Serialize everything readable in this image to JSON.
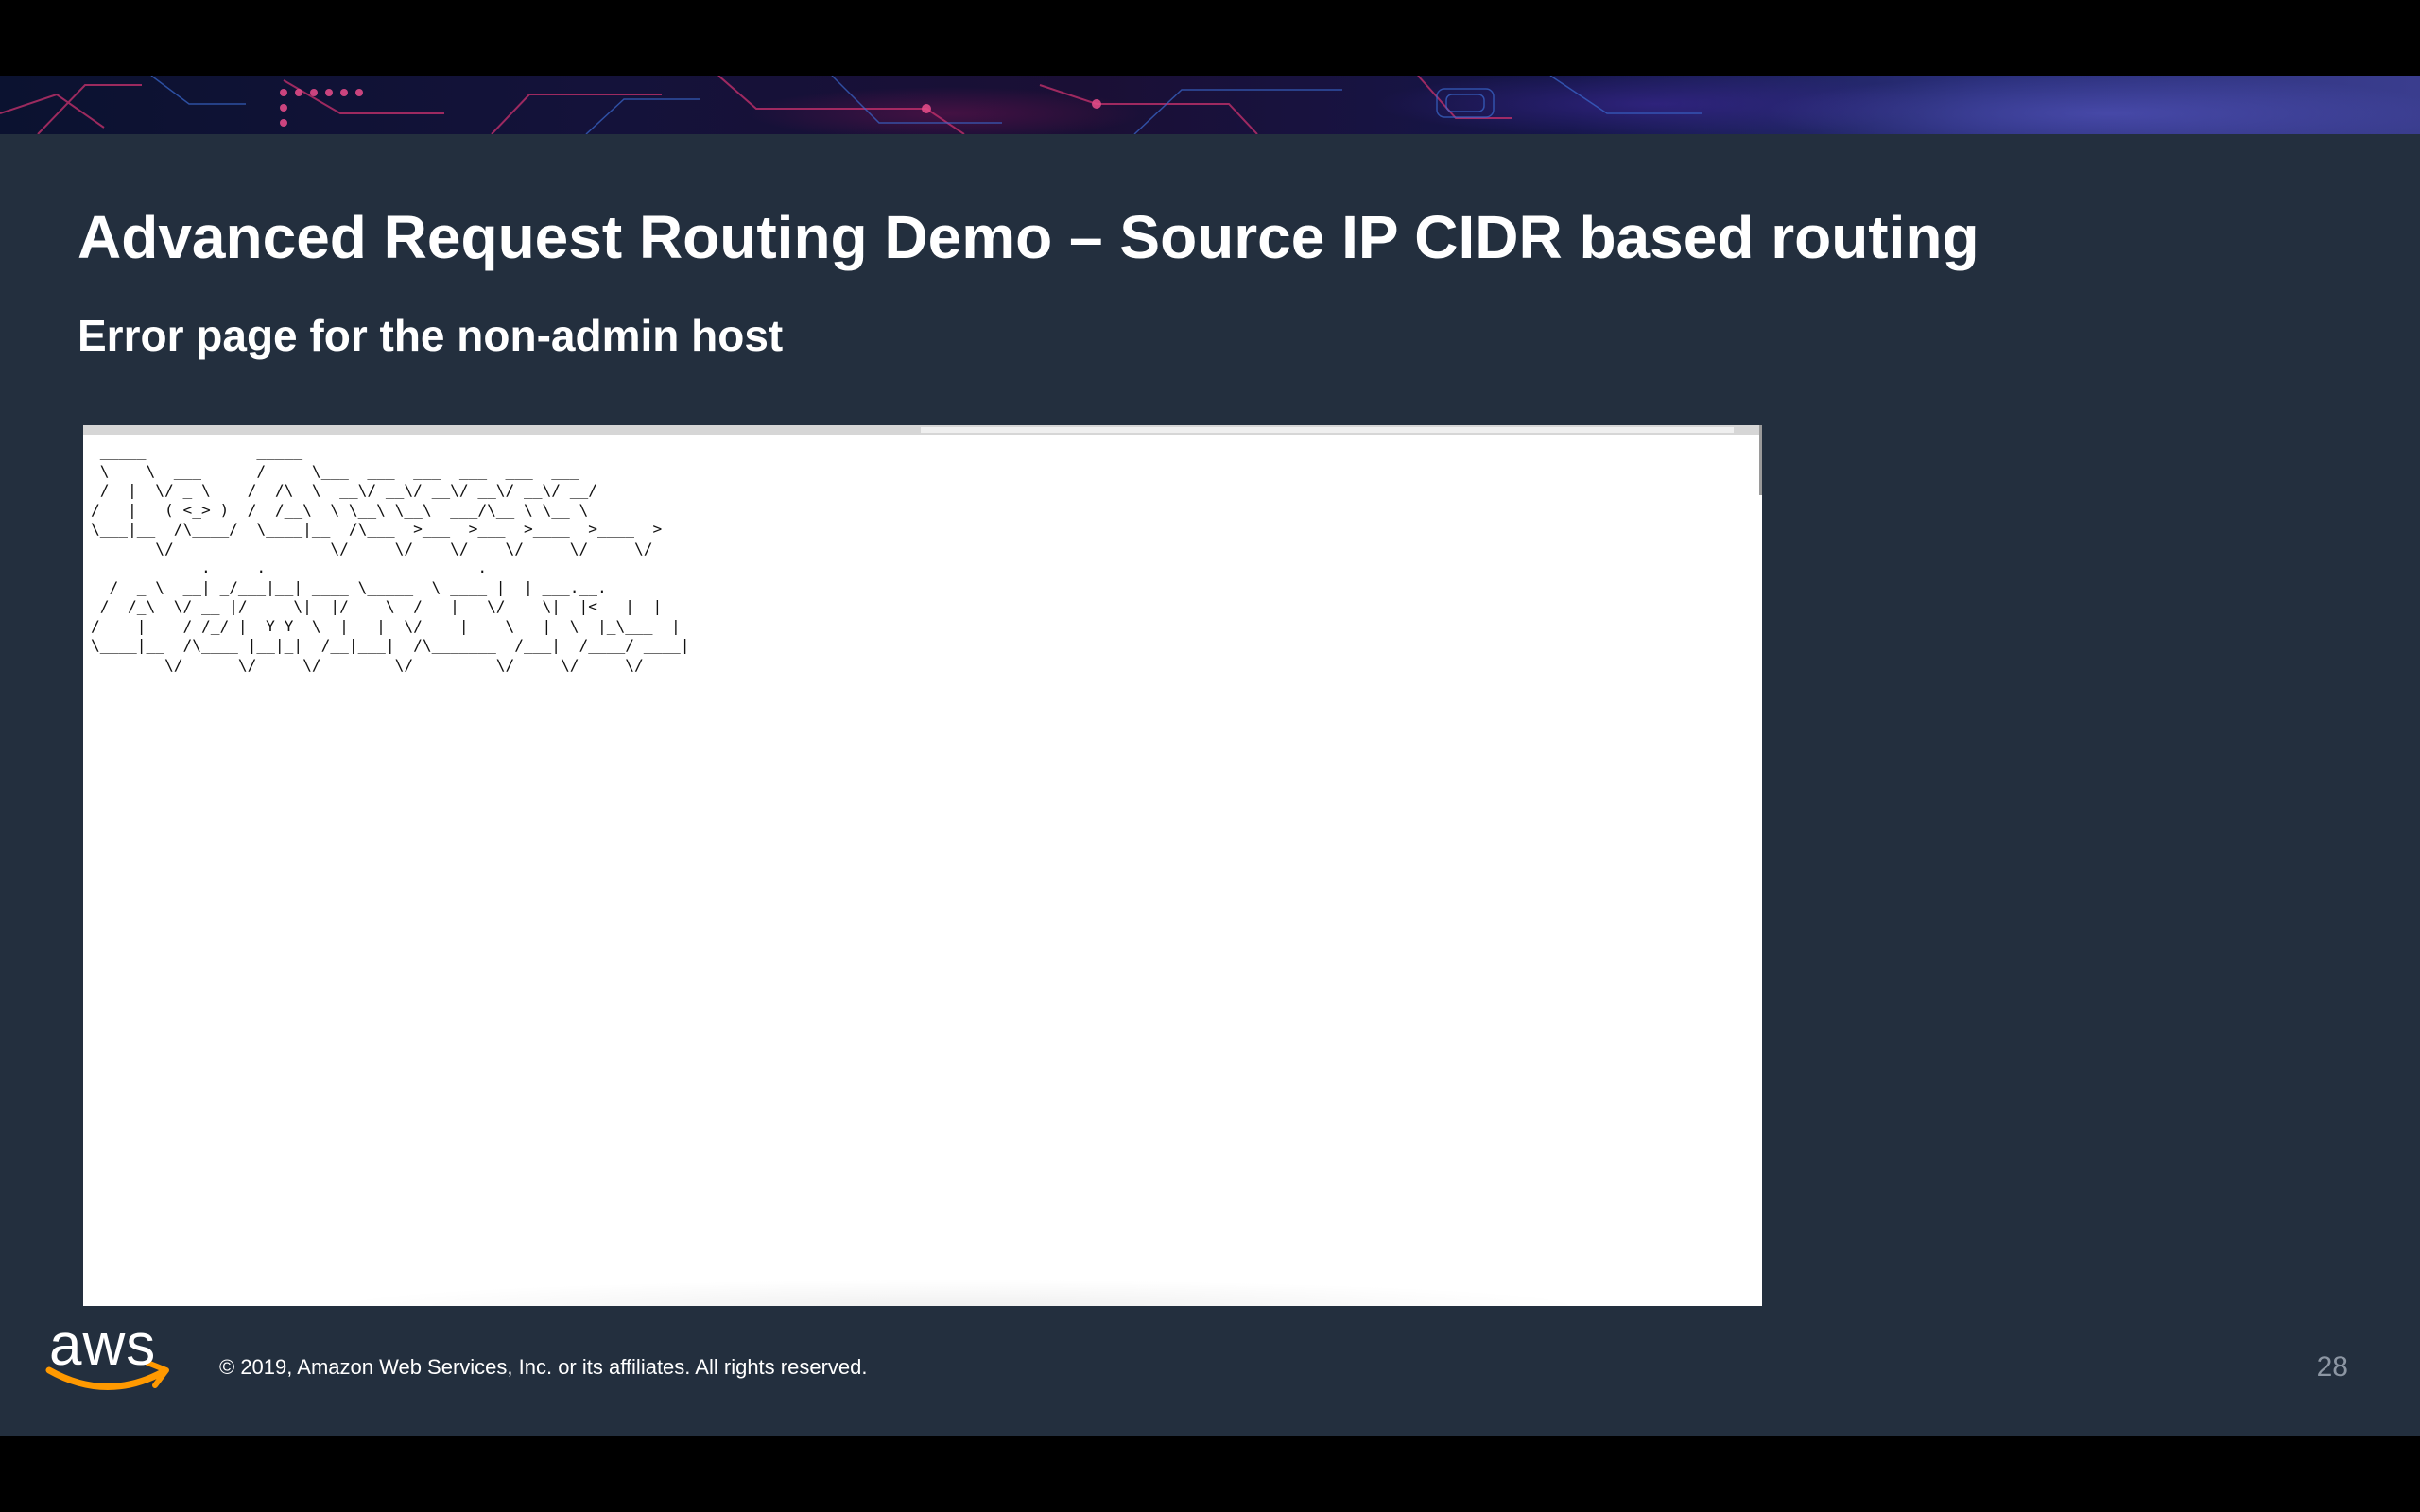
{
  "slide": {
    "title": "Advanced Request Routing Demo – Source IP CIDR based routing",
    "subtitle": "Error page for the non-admin host",
    "copyright": "© 2019, Amazon Web Services, Inc. or its affiliates. All rights reserved.",
    "page_number": "28",
    "logo_text": "aws"
  },
  "screenshot": {
    "ascii_art": " _____            _____\n \\    \\  ___      /     \\___  ___  ___  ___  ___  ___\n /  |  \\/ _ \\    /  /\\  \\  __\\/ __\\/ __\\/ __\\/ __\\/ __/\n/   |   ( <_> )  /  /__\\  \\ \\__\\ \\__\\  ___/\\__ \\ \\__ \\\n\\___|__  /\\____/  \\____|__  /\\___  >___  >___  >____  >____  >\n       \\/                 \\/     \\/    \\/    \\/     \\/     \\/\n   ____     .___  .__      ________       .__\n  /  _ \\  __| _/___|__| ____ \\_____  \\ ____ |  | ___.__.\n /  /_\\  \\/ __ |/     \\|  |/    \\  /   |   \\/    \\|  |<   |  |\n/    |    / /_/ |  Y Y  \\  |   |  \\/    |    \\   |  \\  |_\\___  |\n\\____|__  /\\____ |__|_|  /__|___|  /\\_______  /___|  /____/ ____|\n        \\/      \\/     \\/        \\/         \\/     \\/     \\/",
    "ascii_colors": {
      "accent_blue": "#1f4fd0",
      "accent_orange": "#d98a1c"
    }
  },
  "colors": {
    "slide_background": "#232f3e",
    "aws_orange": "#ff9900",
    "title_text": "#ffffff",
    "page_number": "#8c96a3"
  }
}
